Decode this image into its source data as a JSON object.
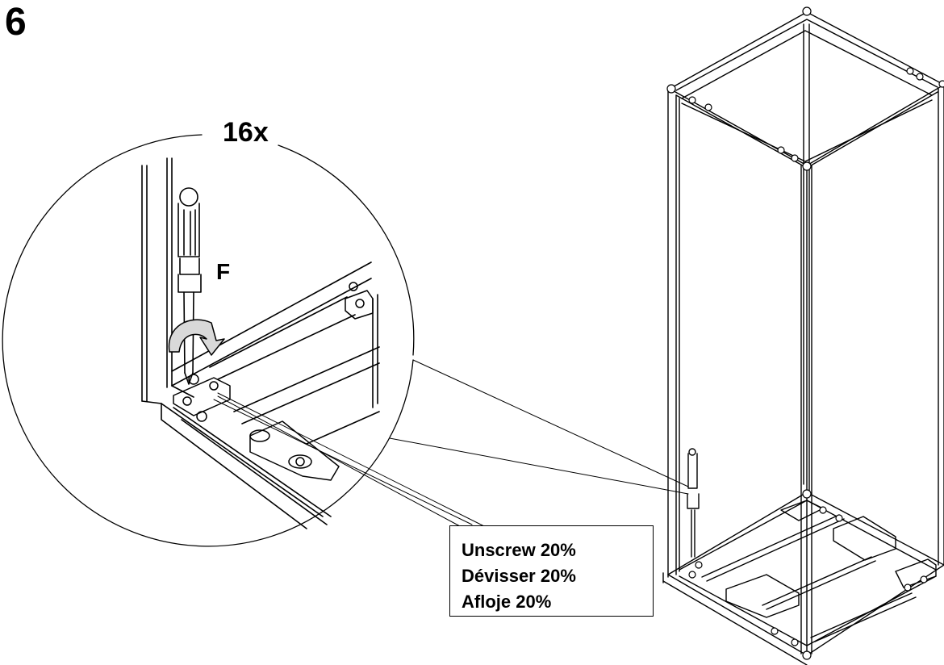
{
  "step_number": "6",
  "quantity": "16x",
  "tool_label": "F",
  "instructions": {
    "en": "Unscrew 20%",
    "fr": "Dévisser 20%",
    "es": "Afloje 20%"
  },
  "colors": {
    "line": "#000000",
    "background": "#ffffff",
    "arrow_fill": "#d9d9d9"
  },
  "icons": [
    "screwdriver-icon",
    "rotation-arrow-icon",
    "cabinet-frame-icon"
  ]
}
